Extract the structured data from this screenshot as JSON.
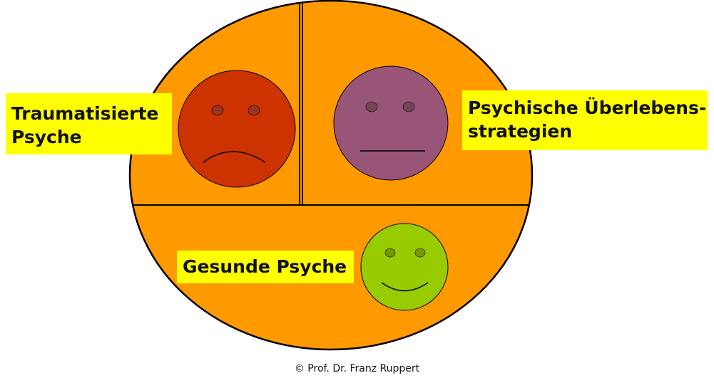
{
  "labels": {
    "traumatized_line1": "Traumatisierte",
    "traumatized_line2": "Psyche",
    "survival_line1": "Psychische Überlebens-",
    "survival_line2": "strategien",
    "healthy": "Gesunde Psyche"
  },
  "copyright": "© Prof. Dr. Franz Ruppert",
  "colors": {
    "ellipse_fill": "#ff9900",
    "outline": "#000000",
    "label_background": "#ffff00",
    "traumatized_face": "#cc3300",
    "survival_face": "#995577",
    "healthy_face": "#99cc00"
  },
  "faces": {
    "traumatized": "sad-face-icon",
    "survival": "neutral-face-icon",
    "healthy": "smiley-face-icon"
  }
}
